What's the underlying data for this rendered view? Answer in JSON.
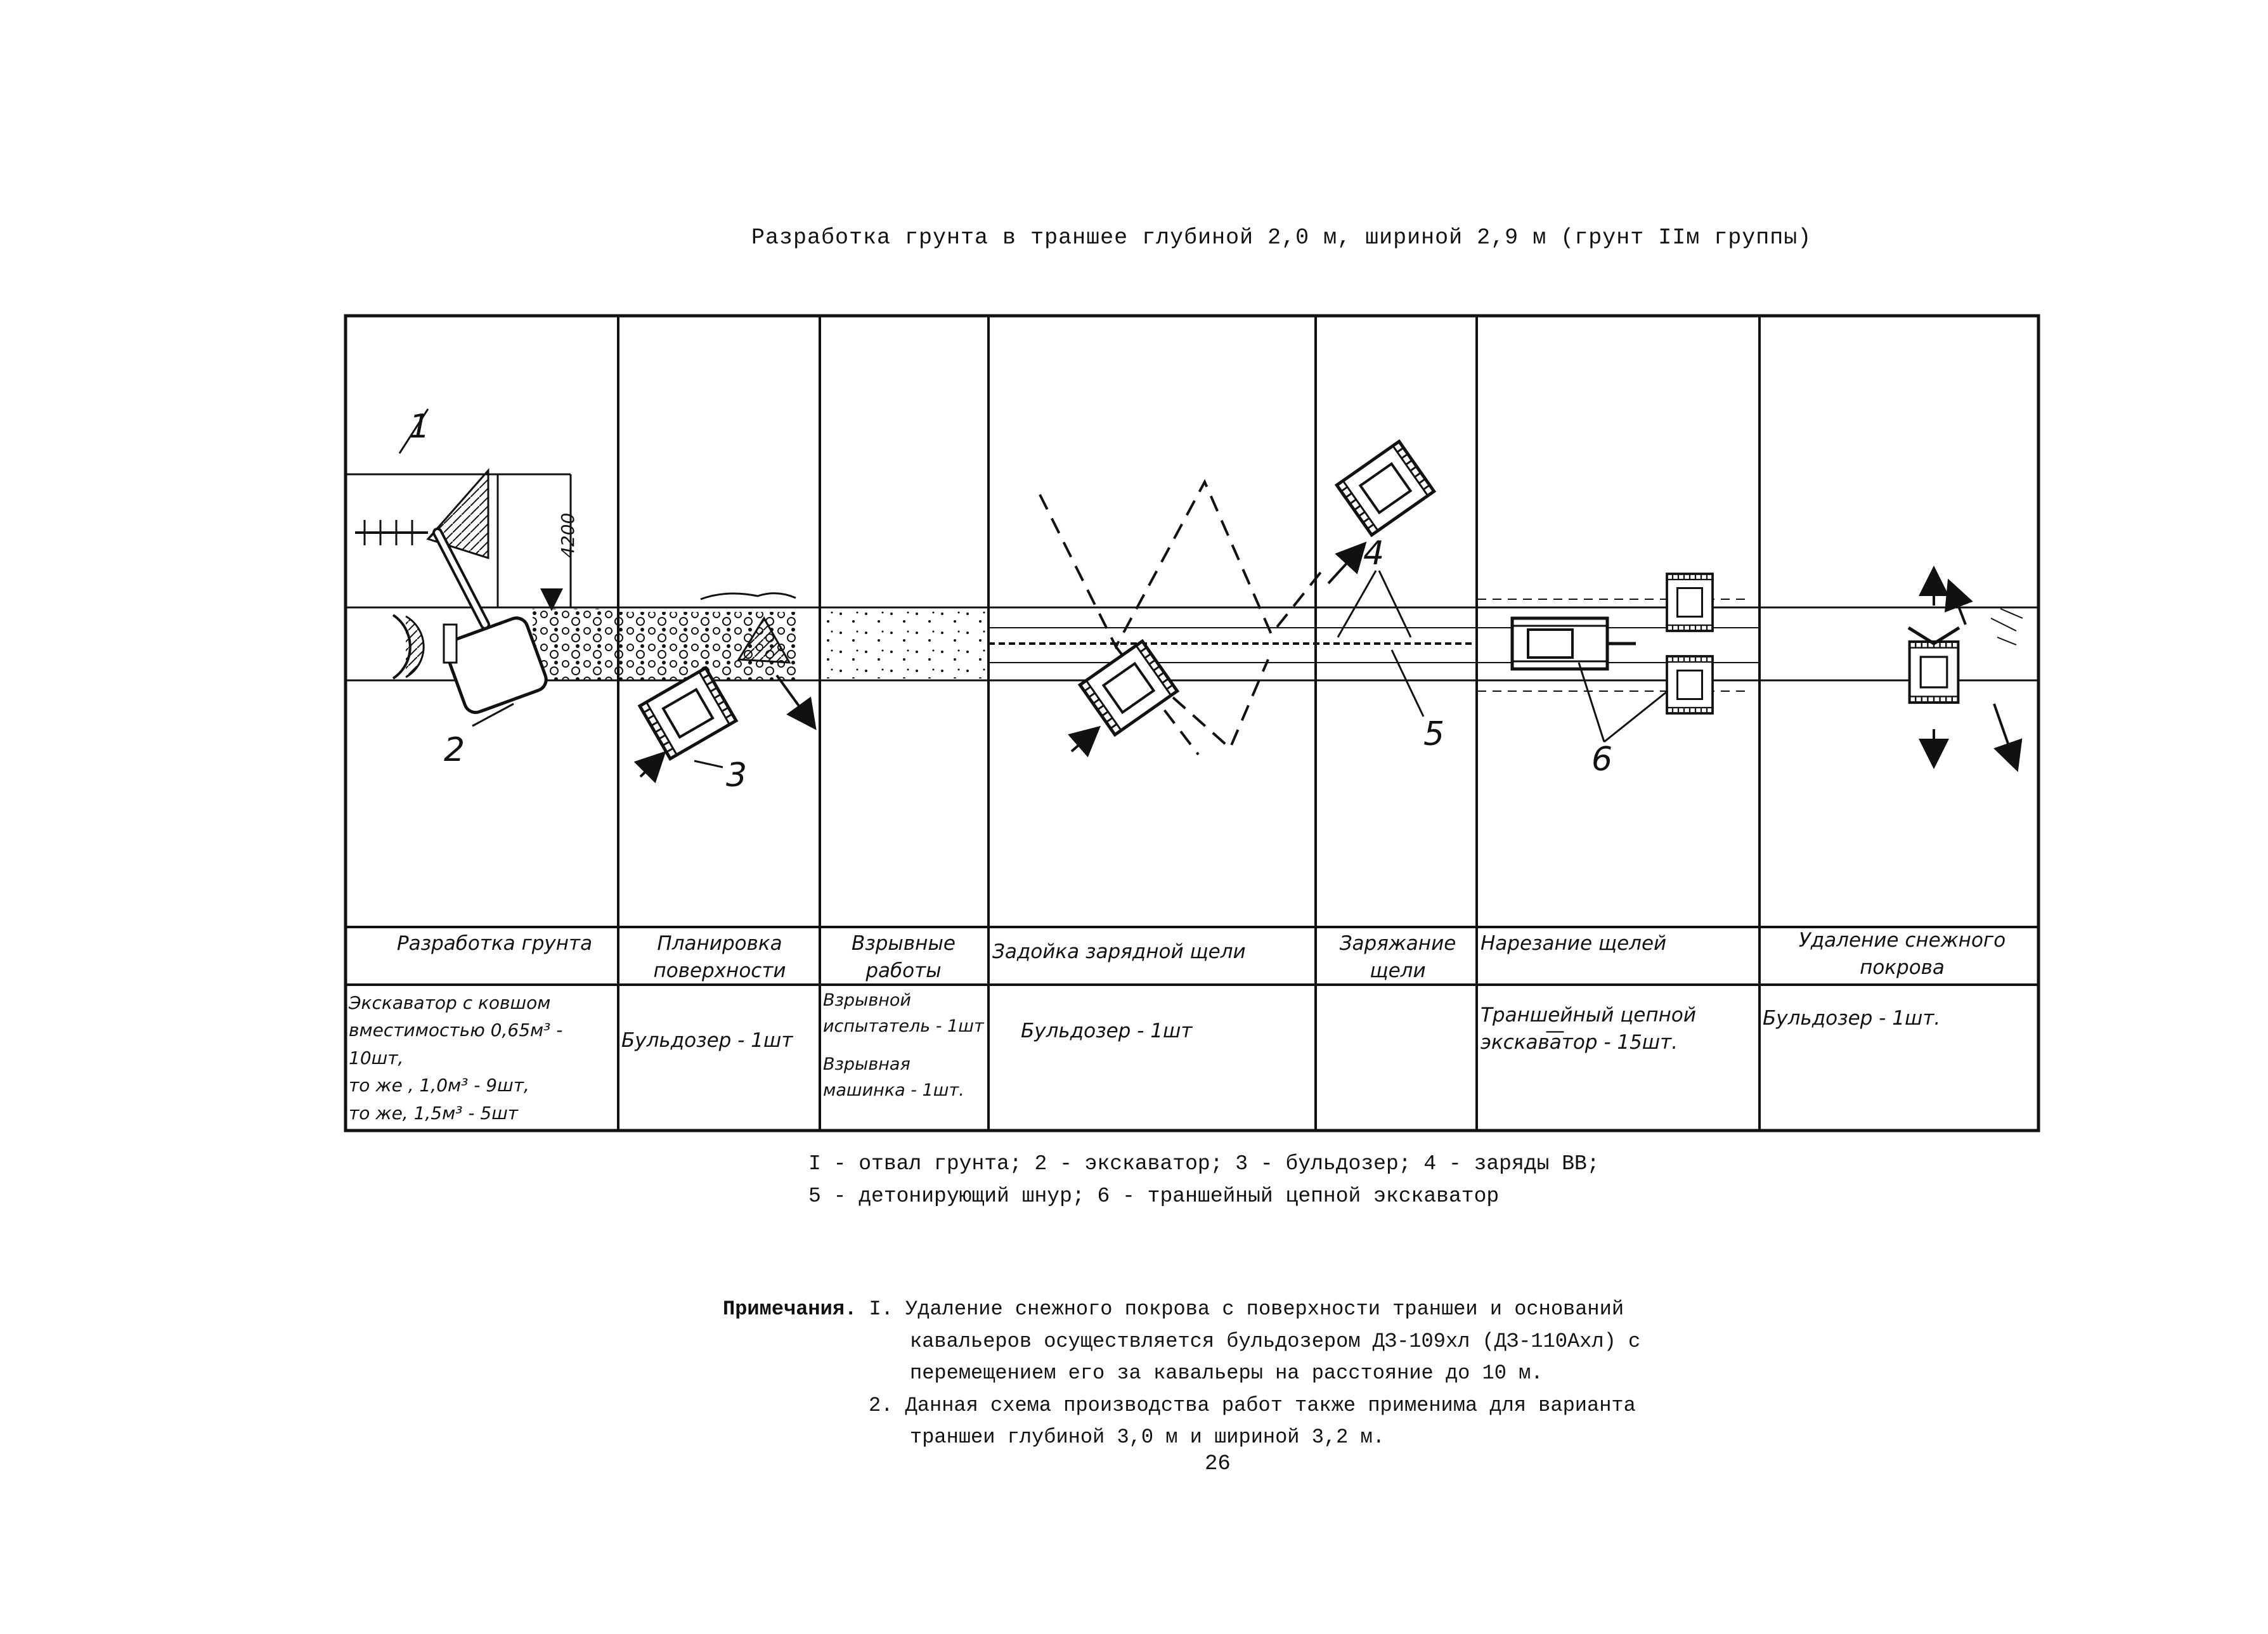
{
  "title": "Разработка грунта в траншее глубиной 2,0 м, шириной 2,9 м (грунт IIм группы)",
  "diagram_marks": {
    "m1": "1",
    "m2": "2",
    "m3": "3",
    "m4": "4",
    "m5": "5",
    "m6": "6",
    "dim": "4200"
  },
  "columns": [
    {
      "name": "Разработка грунта",
      "machines": [
        "Экскаватор с ковшом вместимостью 0,65м³ - 10шт,",
        "то же ,   1,0м³ - 9шт,",
        "то же,    1,5м³ - 5шт"
      ]
    },
    {
      "name": "Планировка поверхности",
      "machines": [
        "Бульдозер - 1шт"
      ]
    },
    {
      "name": "Взрывные работы",
      "machines": [
        "Взрывной испытатель - 1шт",
        "Взрывная машинка - 1шт."
      ]
    },
    {
      "name": "Задойка зарядной щели",
      "machines": [
        "Бульдозер - 1шт"
      ]
    },
    {
      "name": "Заряжание щели",
      "machines": [
        "—"
      ]
    },
    {
      "name": "Нарезание щелей",
      "machines": [
        "Траншейный цепной экскаватор - 15шт."
      ]
    },
    {
      "name": "Удаление снежного покрова",
      "machines": [
        "Бульдозер - 1шт."
      ]
    }
  ],
  "legend": {
    "line1": "I - отвал грунта; 2 - экскаватор; 3 - бульдозер; 4 - заряды ВВ;",
    "line2": "5 - детонирующий шнур; 6 - траншейный цепной экскаватор"
  },
  "notes": {
    "heading": "Примечания.",
    "n1a": "I. Удаление снежного покрова с поверхности траншеи и оснований",
    "n1b": "кавальеров осуществляется бульдозером ДЗ-109хл (ДЗ-110Ахл) с",
    "n1c": "перемещением его за кавальеры на расстояние до 10 м.",
    "n2a": "2. Данная схема производства работ также применима для варианта",
    "n2b": "траншеи глубиной 3,0 м и шириной 3,2 м."
  },
  "page_number": "26"
}
